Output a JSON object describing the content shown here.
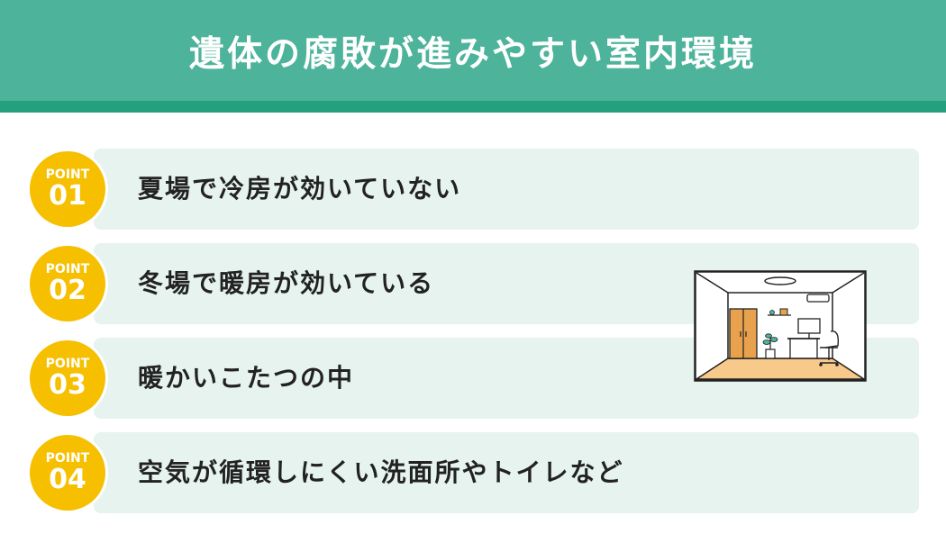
{
  "header": {
    "title": "遺体の腐敗が進みやすい室内環境"
  },
  "points": [
    {
      "label": "POINT",
      "number": "01",
      "text": "夏場で冷房が効いていない"
    },
    {
      "label": "POINT",
      "number": "02",
      "text": "冬場で暖房が効いている"
    },
    {
      "label": "POINT",
      "number": "03",
      "text": "暖かいこたつの中"
    },
    {
      "label": "POINT",
      "number": "04",
      "text": "空気が循環しにくい洗面所やトイレなど"
    }
  ],
  "illustration": {
    "icon": "room-illustration-icon"
  },
  "colors": {
    "header_bg": "#4db39a",
    "header_underline": "#25a07f",
    "row_bg": "#e6f3ee",
    "badge": "#f6bf00",
    "text": "#222222",
    "floor": "#f7c98a"
  }
}
